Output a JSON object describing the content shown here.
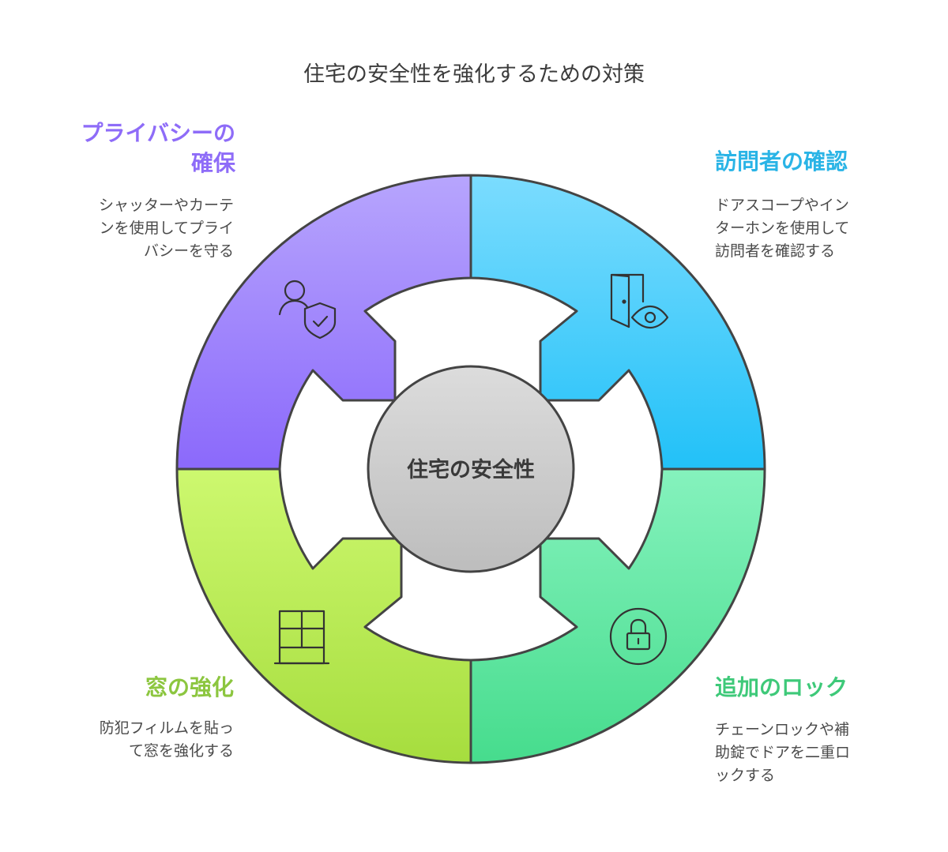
{
  "title": "住宅の安全性を強化するための対策",
  "center": {
    "label": "住宅の安全性"
  },
  "sections": {
    "privacy": {
      "heading_lines": [
        "プライバシーの",
        "確保"
      ],
      "desc_lines": [
        "シャッターやカーテ",
        "ンを使用してプライ",
        "バシーを守る"
      ],
      "color": "#8e6cf8",
      "icon": "user-shield-icon"
    },
    "visitor": {
      "heading_lines": [
        "訪問者の確認"
      ],
      "desc_lines": [
        "ドアスコープやイン",
        "ターホンを使用して",
        "訪問者を確認する"
      ],
      "color": "#2ab4e6",
      "icon": "door-eye-icon"
    },
    "window": {
      "heading_lines": [
        "窓の強化"
      ],
      "desc_lines": [
        "防犯フィルムを貼っ",
        "て窓を強化する"
      ],
      "color": "#8cc63f",
      "icon": "window-icon"
    },
    "lock": {
      "heading_lines": [
        "追加のロック"
      ],
      "desc_lines": [
        "チェーンロックや補",
        "助錠でドアを二重ロ",
        "ックする"
      ],
      "color": "#3ec979",
      "icon": "lock-icon"
    }
  }
}
